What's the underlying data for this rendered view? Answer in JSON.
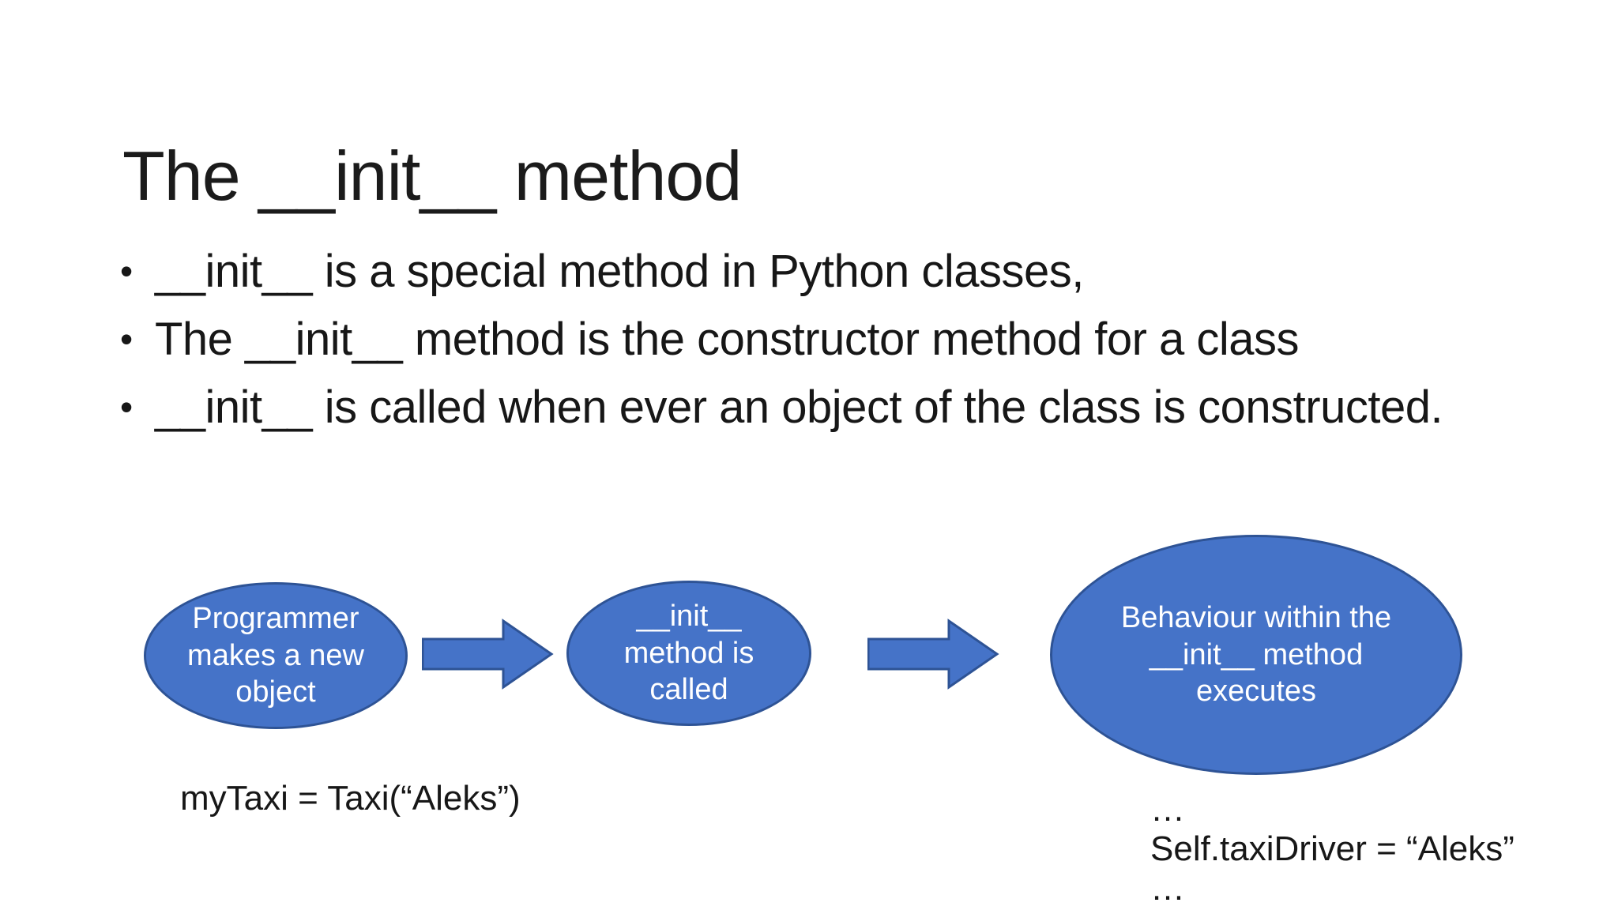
{
  "slide": {
    "background": "#ffffff",
    "title": "The __init__ method",
    "bullet_char": "•",
    "bullets": [
      "__init__ is a special method in Python classes,",
      "The __init__ method is the constructor method for a class",
      "__init__ is called when ever an object of the class is constructed."
    ],
    "diagram": {
      "shape_fill": "#4573c8",
      "shape_border": "#2e5395",
      "shape_text_color": "#ffffff",
      "nodes": [
        {
          "label": "Programmer\nmakes a new\nobject"
        },
        {
          "label": "__init__\nmethod is\ncalled"
        },
        {
          "label": "Behaviour within the\n__init__ method\nexecutes"
        }
      ],
      "caption_left": "myTaxi = Taxi(“Aleks”)",
      "caption_right_lines": [
        "…",
        "Self.taxiDriver = “Aleks”",
        "…"
      ]
    }
  }
}
